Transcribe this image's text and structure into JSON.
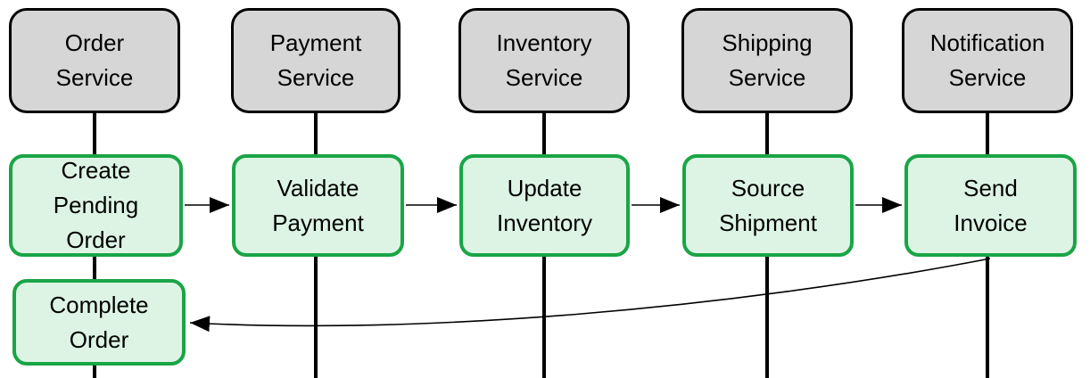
{
  "diagram": {
    "kind": "sequence-flow",
    "services": [
      {
        "id": "order",
        "label": "Order\nService"
      },
      {
        "id": "payment",
        "label": "Payment\nService"
      },
      {
        "id": "inventory",
        "label": "Inventory\nService"
      },
      {
        "id": "shipping",
        "label": "Shipping\nService"
      },
      {
        "id": "notification",
        "label": "Notification\nService"
      }
    ],
    "steps": [
      {
        "id": "create-pending-order",
        "lane": "order",
        "label": "Create\nPending\nOrder"
      },
      {
        "id": "validate-payment",
        "lane": "payment",
        "label": "Validate\nPayment"
      },
      {
        "id": "update-inventory",
        "lane": "inventory",
        "label": "Update\nInventory"
      },
      {
        "id": "source-shipment",
        "lane": "shipping",
        "label": "Source\nShipment"
      },
      {
        "id": "send-invoice",
        "lane": "notification",
        "label": "Send\nInvoice"
      },
      {
        "id": "complete-order",
        "lane": "order",
        "label": "Complete\nOrder"
      }
    ],
    "connections": [
      {
        "from": "create-pending-order",
        "to": "validate-payment",
        "style": "straight"
      },
      {
        "from": "validate-payment",
        "to": "update-inventory",
        "style": "straight"
      },
      {
        "from": "update-inventory",
        "to": "source-shipment",
        "style": "straight"
      },
      {
        "from": "source-shipment",
        "to": "send-invoice",
        "style": "straight"
      },
      {
        "from": "send-invoice",
        "to": "complete-order",
        "style": "curved"
      }
    ],
    "colors": {
      "service_fill": "#d6d6d6",
      "service_border": "#000000",
      "step_fill": "#ddf4e4",
      "step_border": "#1aa546",
      "line": "#000000",
      "text": "#000000",
      "background": "#ffffff"
    }
  }
}
